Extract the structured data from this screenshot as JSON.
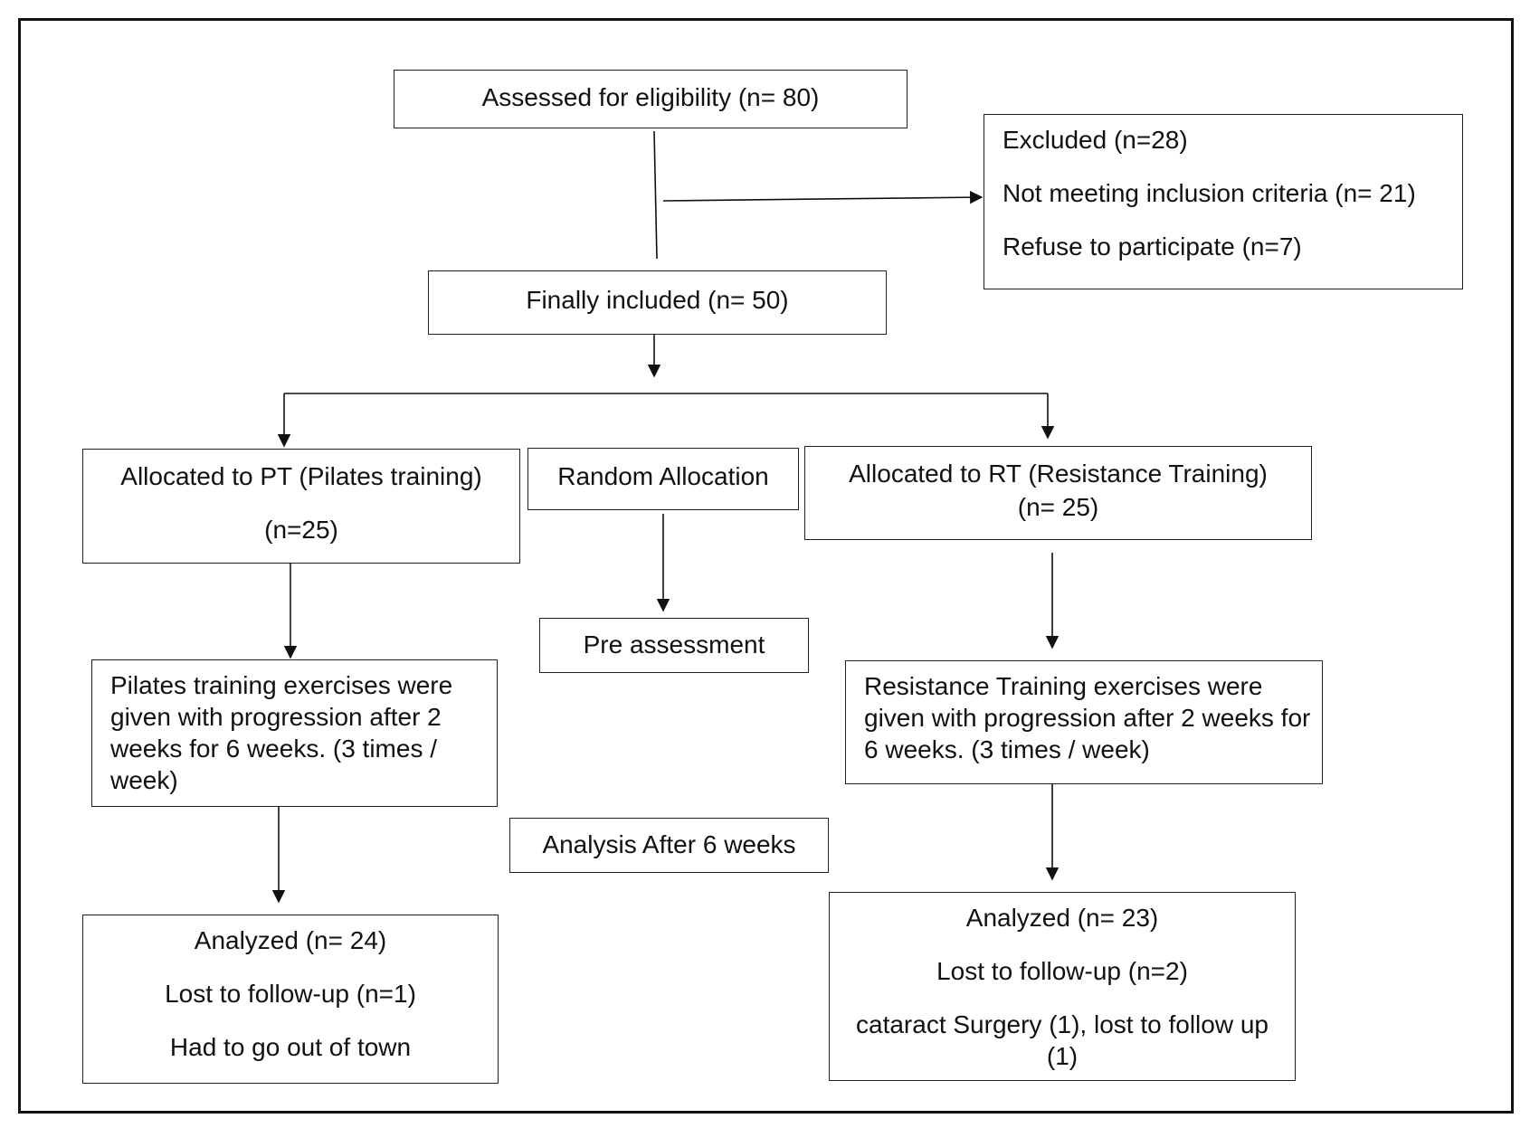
{
  "flowchart": {
    "assessed": "Assessed for eligibility (n= 80)",
    "excluded": {
      "title": "Excluded (n=28)",
      "line1": "Not meeting inclusion criteria (n= 21)",
      "line2": "Refuse to participate (n=7)"
    },
    "included": "Finally included (n= 50)",
    "random": "Random Allocation",
    "pt_alloc": {
      "line1": "Allocated to PT (Pilates training)",
      "line2": "(n=25)"
    },
    "rt_alloc": {
      "line1": "Allocated to RT (Resistance Training)",
      "line2": "(n= 25)"
    },
    "pre_assessment": "Pre assessment",
    "pt_exercise": "Pilates training exercises were given with progression after 2 weeks for 6 weeks. (3 times / week)",
    "rt_exercise": "Resistance Training exercises were given with progression after 2 weeks for 6 weeks. (3 times / week)",
    "analysis": "Analysis After 6 weeks",
    "pt_analyzed": {
      "line1": "Analyzed (n= 24)",
      "line2": "Lost to follow-up (n=1)",
      "line3": "Had to go out of town"
    },
    "rt_analyzed": {
      "line1": "Analyzed (n= 23)",
      "line2": "Lost to follow-up (n=2)",
      "line3": "cataract Surgery (1), lost to follow up (1)"
    }
  }
}
